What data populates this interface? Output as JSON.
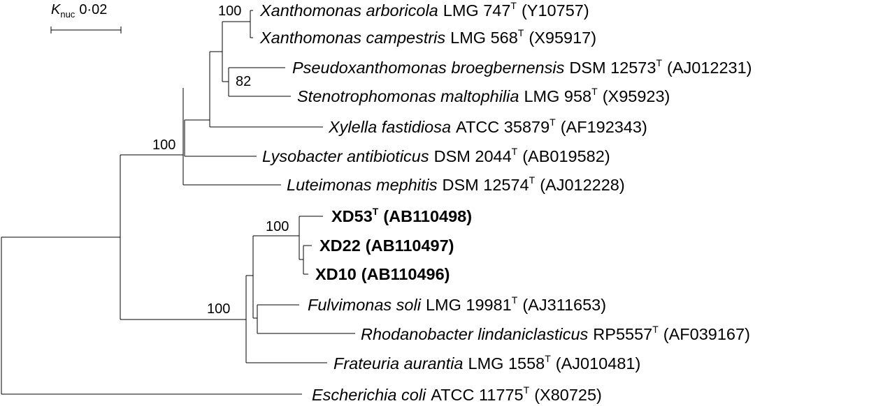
{
  "scale_bar": {
    "symbol": "K",
    "subscript": "nuc",
    "value": "0·02"
  },
  "taxa": [
    {
      "id": "t1",
      "genus_species": "Xanthomonas arboricola",
      "strain": "LMG 747",
      "type_mark": "T",
      "accession": "(Y10757)",
      "bold": false
    },
    {
      "id": "t2",
      "genus_species": "Xanthomonas campestris",
      "strain": "LMG 568",
      "type_mark": "T",
      "accession": "(X95917)",
      "bold": false
    },
    {
      "id": "t3",
      "genus_species": "Pseudoxanthomonas broegbernensis",
      "strain": "DSM 12573",
      "type_mark": "T",
      "accession": "(AJ012231)",
      "bold": false
    },
    {
      "id": "t4",
      "genus_species": "Stenotrophomonas maltophilia",
      "strain": "LMG 958",
      "type_mark": "T",
      "accession": "(X95923)",
      "bold": false
    },
    {
      "id": "t5",
      "genus_species": "Xylella fastidiosa",
      "strain": "ATCC 35879",
      "type_mark": "T",
      "accession": "(AF192343)",
      "bold": false
    },
    {
      "id": "t6",
      "genus_species": "Lysobacter antibioticus",
      "strain": "DSM 2044",
      "type_mark": "T",
      "accession": "(AB019582)",
      "bold": false
    },
    {
      "id": "t7",
      "genus_species": "Luteimonas mephitis",
      "strain": "DSM 12574",
      "type_mark": "T",
      "accession": "(AJ012228)",
      "bold": false
    },
    {
      "id": "t8",
      "genus_species": "",
      "strain": "XD53",
      "type_mark": "T",
      "accession": "(AB110498)",
      "bold": true
    },
    {
      "id": "t9",
      "genus_species": "",
      "strain": "XD22",
      "type_mark": "",
      "accession": "(AB110497)",
      "bold": true
    },
    {
      "id": "t10",
      "genus_species": "",
      "strain": "XD10",
      "type_mark": "",
      "accession": "(AB110496)",
      "bold": true
    },
    {
      "id": "t11",
      "genus_species": "Fulvimonas soli",
      "strain": "LMG 19981",
      "type_mark": "T",
      "accession": "(AJ311653)",
      "bold": false
    },
    {
      "id": "t12",
      "genus_species": "Rhodanobacter lindaniclasticus",
      "strain": "RP5557",
      "type_mark": "T",
      "accession": "(AF039167)",
      "bold": false
    },
    {
      "id": "t13",
      "genus_species": "Frateuria aurantia",
      "strain": "LMG 1558",
      "type_mark": "T",
      "accession": "(AJ010481)",
      "bold": false
    },
    {
      "id": "t14",
      "genus_species": "Escherichia coli",
      "strain": "ATCC 11775",
      "type_mark": "T",
      "accession": "(X80725)",
      "bold": false
    }
  ],
  "bootstrap_values": [
    {
      "id": "b1",
      "value": "100",
      "node": "xanthomonas-clade"
    },
    {
      "id": "b2",
      "value": "82",
      "node": "pseudoxanthomonas-stenotrophomonas-clade"
    },
    {
      "id": "b3",
      "value": "100",
      "node": "xanthomonadaceae-upper-clade"
    },
    {
      "id": "b4",
      "value": "100",
      "node": "xd-isolates-clade"
    },
    {
      "id": "b5",
      "value": "100",
      "node": "rhodanobacter-group-clade"
    }
  ]
}
